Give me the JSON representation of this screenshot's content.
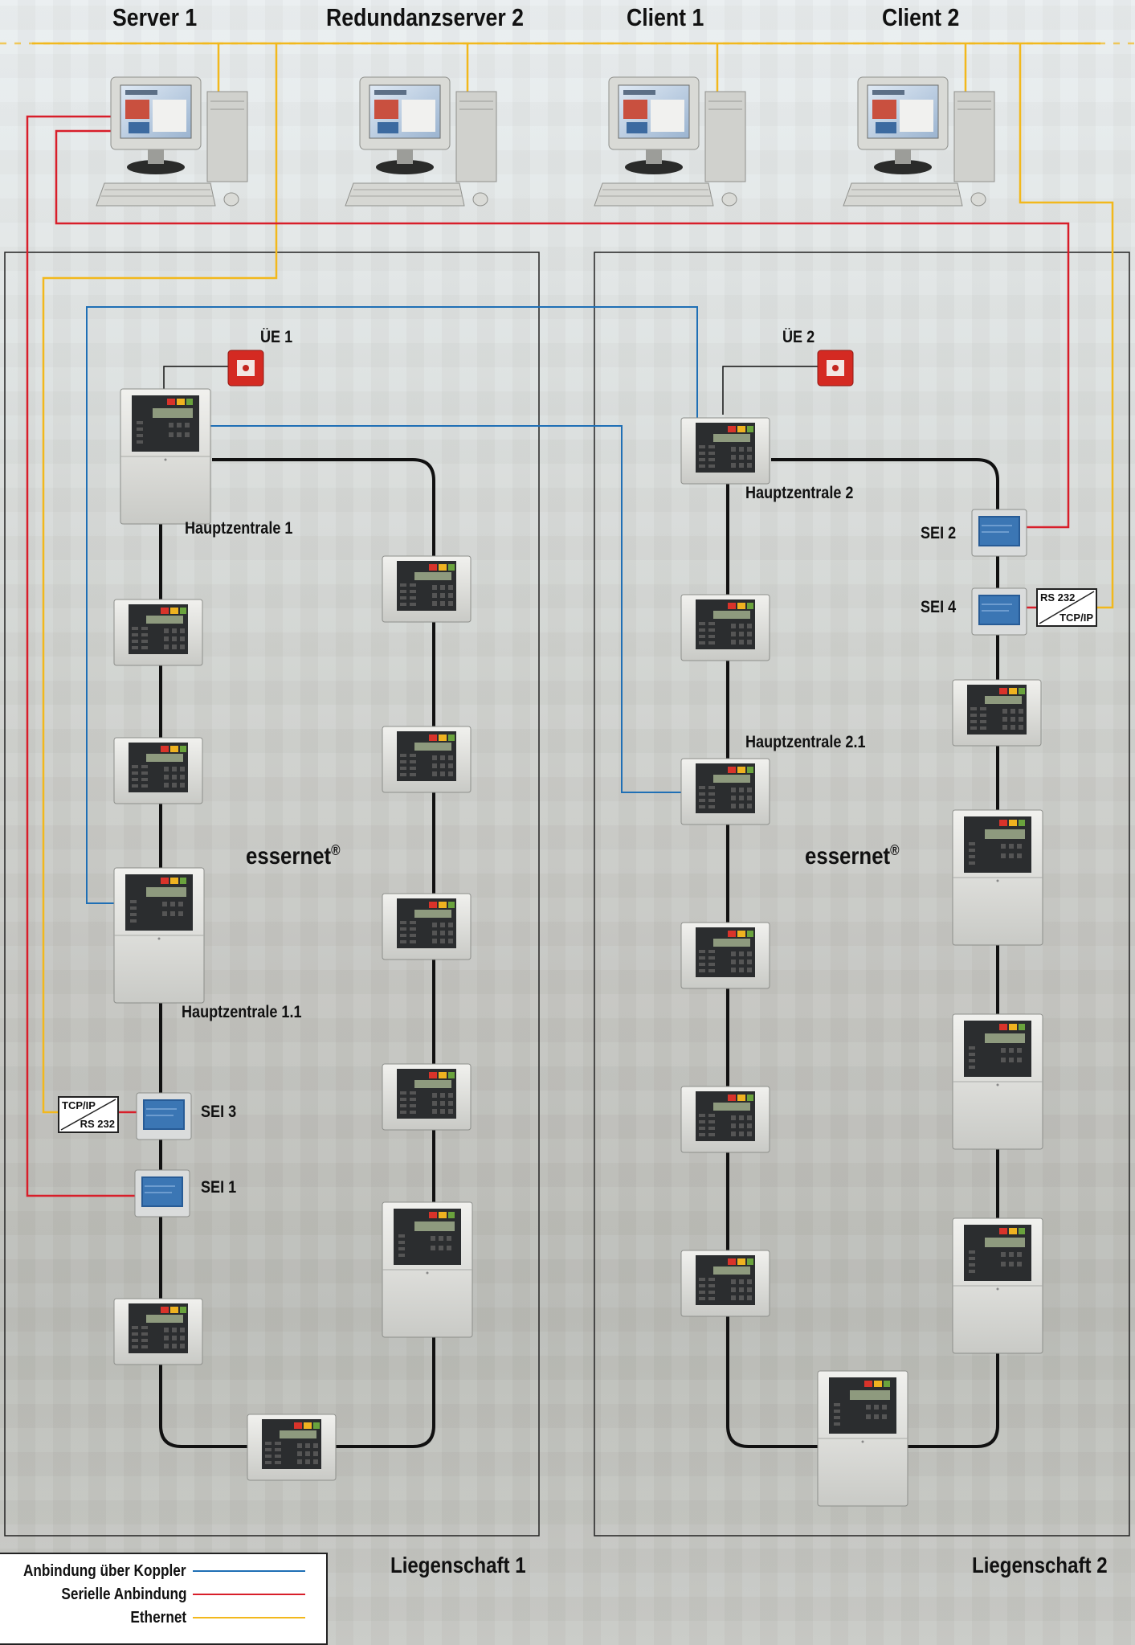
{
  "top_nodes": {
    "server1": "Server 1",
    "redundanzserver2": "Redundanzserver 2",
    "client1": "Client 1",
    "client2": "Client 2"
  },
  "sites": {
    "site1": {
      "label": "Liegenschaft 1",
      "network": "essernet",
      "reg": "®",
      "ue": "ÜE 1",
      "hauptzentrale": "Hauptzentrale 1",
      "hauptzentrale_sub": "Hauptzentrale 1.1",
      "sei_a": "SEI 3",
      "sei_b": "SEI 1",
      "converter_top": "TCP/IP",
      "converter_bottom": "RS 232"
    },
    "site2": {
      "label": "Liegenschaft 2",
      "network": "essernet",
      "reg": "®",
      "ue": "ÜE 2",
      "hauptzentrale": "Hauptzentrale 2",
      "hauptzentrale_sub": "Hauptzentrale 2.1",
      "sei_a": "SEI 2",
      "sei_b": "SEI 4",
      "converter_top": "RS 232",
      "converter_bottom": "TCP/IP"
    }
  },
  "legend": [
    {
      "label": "Anbindung über Koppler",
      "color": "#1f6fb5"
    },
    {
      "label": "Serielle Anbindung",
      "color": "#d81e2a"
    },
    {
      "label": "Ethernet",
      "color": "#f2b81c"
    }
  ],
  "colors": {
    "ethernet": "#f2b81c",
    "serial": "#d81e2a",
    "coupler": "#1f6fb5",
    "ring": "#111111",
    "manual_call_point": "#d42a22"
  }
}
